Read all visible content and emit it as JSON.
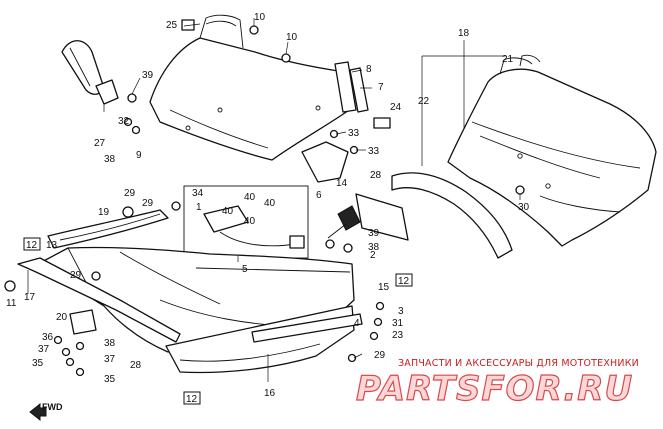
{
  "callouts": [
    "25",
    "10",
    "10",
    "8",
    "7",
    "39",
    "27",
    "32",
    "38",
    "9",
    "18",
    "21",
    "22",
    "24",
    "33",
    "33",
    "6",
    "14",
    "28",
    "30",
    "29",
    "29",
    "19",
    "34",
    "1",
    "40",
    "40",
    "40",
    "40",
    "13",
    "39",
    "38",
    "2",
    "5",
    "29",
    "17",
    "11",
    "15",
    "3",
    "31",
    "23",
    "20",
    "36",
    "37",
    "35",
    "28",
    "38",
    "37",
    "35",
    "16",
    "29",
    "4"
  ],
  "boxed_callouts": [
    "12",
    "12",
    "12"
  ],
  "watermark": {
    "subtitle": "ЗАПЧАСТИ И АКСЕССУАРЫ ДЛЯ МОТОТЕХНИКИ",
    "logo": "PARTSFOR.RU"
  },
  "fwd_marker": "FWD",
  "colors": {
    "line": "#111111",
    "watermark": "#c72020"
  }
}
